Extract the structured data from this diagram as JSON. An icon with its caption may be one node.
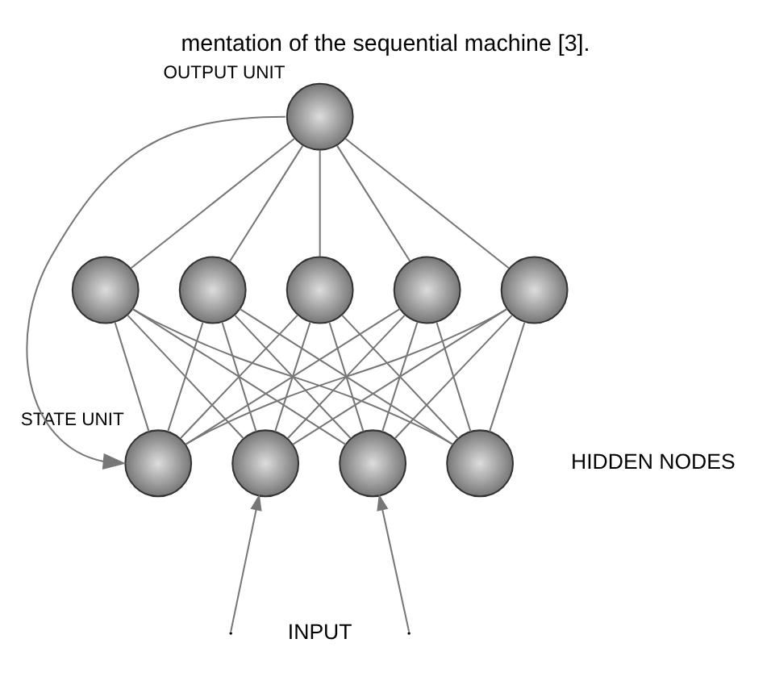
{
  "diagram": {
    "caption": "mentation of the sequential machine [3].",
    "nodes": [
      {
        "text": [],
        "shape": "circle",
        "beside": [
          "OUTPUT UNIT"
        ]
      },
      {
        "text": [],
        "shape": "circle"
      },
      {
        "text": [],
        "shape": "circle"
      },
      {
        "text": [],
        "shape": "circle"
      },
      {
        "text": [],
        "shape": "circle"
      },
      {
        "text": [],
        "shape": "circle"
      },
      {
        "text": [],
        "shape": "circle",
        "beside": [
          "STATE UNIT"
        ]
      },
      {
        "text": [],
        "shape": "circle"
      },
      {
        "text": [],
        "shape": "circle"
      },
      {
        "text": [],
        "shape": "circle"
      }
    ],
    "edges": [
      {
        "from": 0,
        "to": 1,
        "arrow": "none"
      },
      {
        "from": 0,
        "to": 2,
        "arrow": "none"
      },
      {
        "from": 0,
        "to": 3,
        "arrow": "none"
      },
      {
        "from": 0,
        "to": 4,
        "arrow": "none"
      },
      {
        "from": 0,
        "to": 5,
        "arrow": "none"
      },
      {
        "from": 1,
        "to": 6,
        "arrow": "none"
      },
      {
        "from": 1,
        "to": 7,
        "arrow": "none"
      },
      {
        "from": 1,
        "to": 8,
        "arrow": "none"
      },
      {
        "from": 1,
        "to": 9,
        "arrow": "none"
      },
      {
        "from": 2,
        "to": 6,
        "arrow": "none"
      },
      {
        "from": 2,
        "to": 7,
        "arrow": "none"
      },
      {
        "from": 2,
        "to": 8,
        "arrow": "none"
      },
      {
        "from": 2,
        "to": 9,
        "arrow": "none"
      },
      {
        "from": 3,
        "to": 6,
        "arrow": "none"
      },
      {
        "from": 3,
        "to": 7,
        "arrow": "none"
      },
      {
        "from": 3,
        "to": 8,
        "arrow": "none"
      },
      {
        "from": 3,
        "to": 9,
        "arrow": "none"
      },
      {
        "from": 4,
        "to": 6,
        "arrow": "none"
      },
      {
        "from": 4,
        "to": 7,
        "arrow": "none"
      },
      {
        "from": 4,
        "to": 8,
        "arrow": "none"
      },
      {
        "from": 4,
        "to": 9,
        "arrow": "none"
      },
      {
        "from": 5,
        "to": 6,
        "arrow": "none"
      },
      {
        "from": 5,
        "to": 7,
        "arrow": "none"
      },
      {
        "from": 5,
        "to": 8,
        "arrow": "none"
      },
      {
        "from": 5,
        "to": 9,
        "arrow": "none"
      },
      {
        "from": 0,
        "to": 6,
        "arrow": "to"
      },
      {
        "from": null,
        "to": 7,
        "arrow": "to"
      },
      {
        "from": null,
        "to": 8,
        "arrow": "to"
      }
    ],
    "labels": [
      "HIDDEN NODES",
      "INPUT"
    ]
  }
}
